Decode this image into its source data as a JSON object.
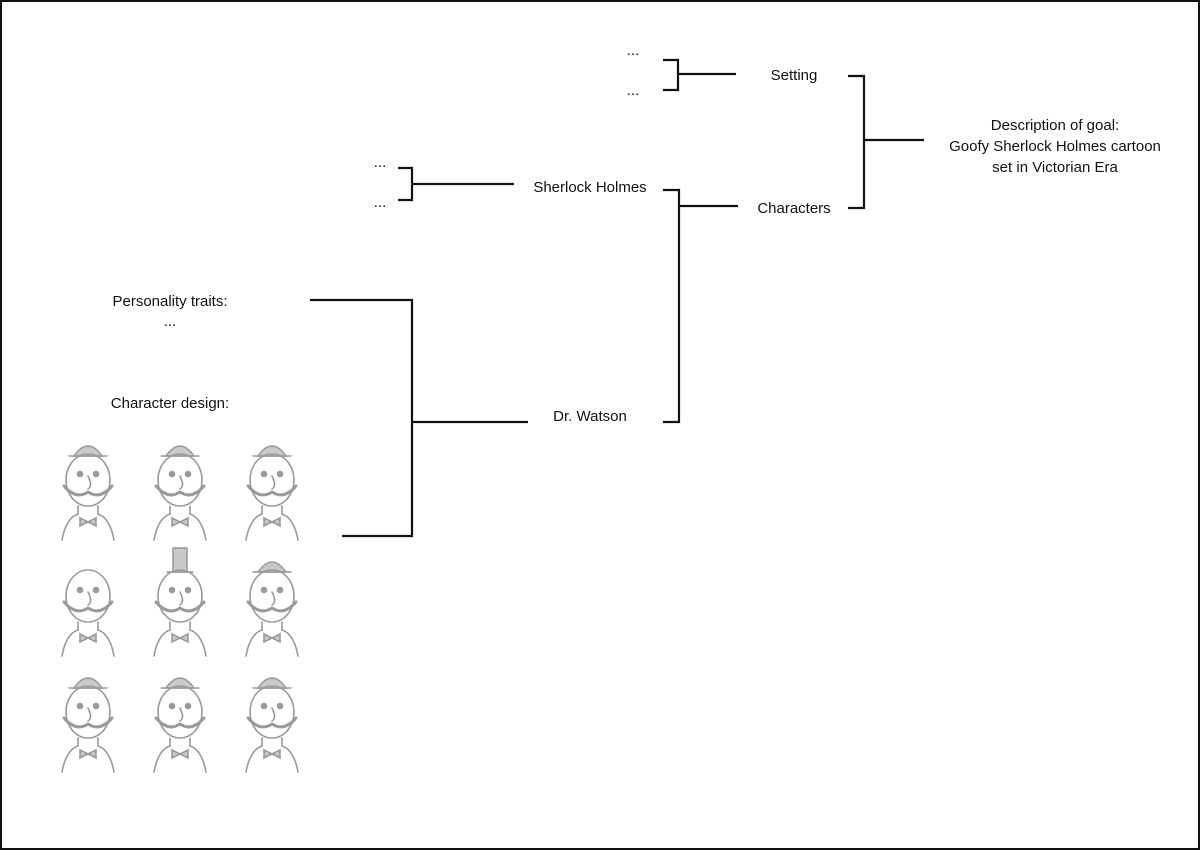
{
  "goal": {
    "heading": "Description of goal:",
    "line1": "Goofy Sherlock Holmes cartoon",
    "line2": "set in Victorian Era"
  },
  "nodes": {
    "setting": "Setting",
    "characters": "Characters",
    "sherlock": "Sherlock Holmes",
    "watson": "Dr. Watson"
  },
  "placeholders": {
    "setting_a": "...",
    "setting_b": "...",
    "sherlock_a": "...",
    "sherlock_b": "...",
    "traits_value": "..."
  },
  "watson_details": {
    "traits_label": "Personality traits:",
    "design_label": "Character design:"
  },
  "colors": {
    "line": "#111111",
    "sketch": "#9a9a9a",
    "sketch_fill": "#c8c8c8"
  }
}
